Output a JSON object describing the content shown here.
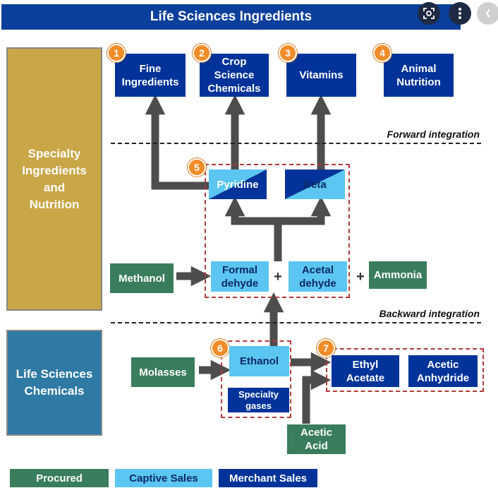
{
  "title": "Life Sciences Ingredients",
  "segments": {
    "specialty": "Specialty\nIngredients\nand\nNutrition",
    "life_sciences": "Life Sciences\nChemicals"
  },
  "top_boxes": [
    {
      "badge": "1",
      "label": "Fine\nIngredients"
    },
    {
      "badge": "2",
      "label": "Crop\nScience\nChemicals"
    },
    {
      "badge": "3",
      "label": "Vitamins"
    },
    {
      "badge": "4",
      "label": "Animal\nNutrition"
    }
  ],
  "integration": {
    "forward": "Forward integration",
    "backward": "Backward integration"
  },
  "intermediates": {
    "badge": "5",
    "pyridine": "Pyridine",
    "beta": "Beta",
    "formaldehyde": "Formal\ndehyde",
    "acetaldehyde": "Acetal\ndehyde",
    "plus1": "+",
    "plus2": "+"
  },
  "procured": {
    "methanol": "Methanol",
    "ammonia": "Ammonia",
    "molasses": "Molasses",
    "acetic_acid": "Acetic\nAcid"
  },
  "ethanol_group": {
    "badge": "6",
    "ethanol": "Ethanol",
    "specialty_gases": "Specialty\ngases"
  },
  "acetyls_group": {
    "badge": "7",
    "ethyl_acetate": "Ethyl\nAcetate",
    "acetic_anhydride": "Acetic\nAnhydride"
  },
  "legend": {
    "procured": "Procured",
    "captive": "Captive Sales",
    "merchant": "Merchant Sales"
  },
  "colors": {
    "navy": "#003399",
    "light_blue": "#5bc6f1",
    "green": "#3a7d5c",
    "gold": "#c9a646",
    "steel_blue": "#2e7aa5",
    "orange": "#f28c28",
    "arrow": "#4d4d4d",
    "dash_red": "#b23a3a"
  },
  "controls": [
    "lens-icon",
    "more-vert-icon",
    "chevron-left-icon"
  ]
}
